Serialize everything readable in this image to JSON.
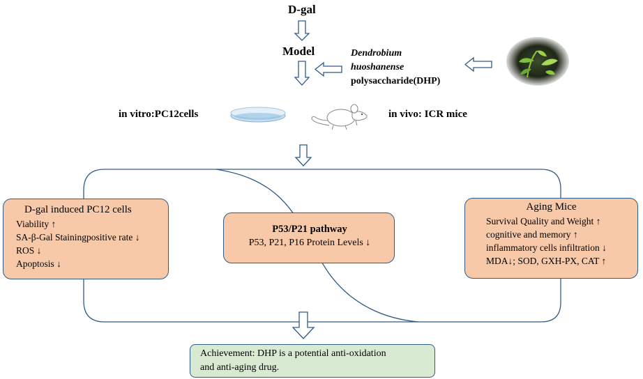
{
  "top": {
    "start_label": "D-gal",
    "model_label": "Model"
  },
  "treatment": {
    "line1": "Dendrobium",
    "line2": "huoshanense",
    "line3": "polysaccharide(DHP)"
  },
  "models": {
    "in_vitro": "in vitro:PC12cells",
    "in_vivo": "in vivo: ICR mice"
  },
  "left_box": {
    "title": "D-gal induced PC12 cells",
    "items": [
      "Viability ↑",
      "SA-β-Gal Stainingpositive rate ↓",
      "ROS ↓",
      "Apoptosis ↓"
    ]
  },
  "middle_box": {
    "title": "P53/P21 pathway",
    "text": "P53, P21,  P16 Protein Levels ↓"
  },
  "right_box": {
    "title": "Aging Mice",
    "items": [
      "Survival Quality and Weight ↑",
      "cognitive and memory ↑",
      "inflammatory cells infiltration ↓",
      "MDA↓; SOD, GXH-PX, CAT ↑"
    ]
  },
  "conclusion": {
    "line1": "Achievement: DHP is a potential anti-oxidation",
    "line2": "and anti-aging drug."
  },
  "colors": {
    "box_fill": "#f7c9a8",
    "conclusion_fill": "#d8ead2",
    "outline": "#2e5a8a"
  }
}
